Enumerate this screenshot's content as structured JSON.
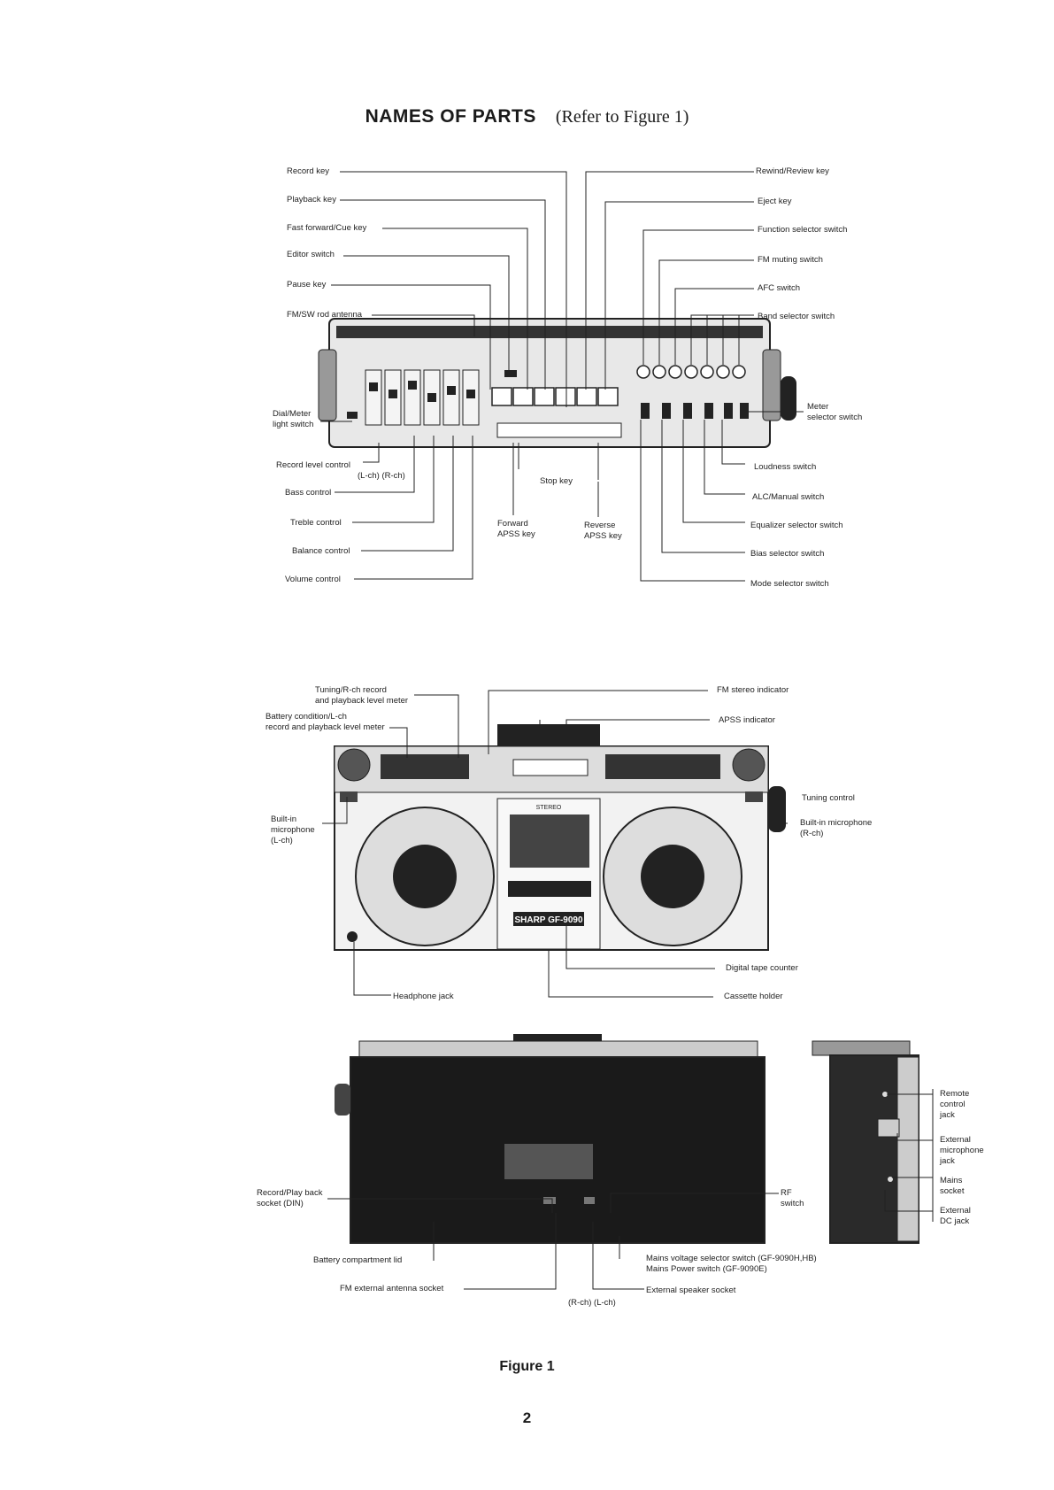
{
  "page": {
    "heading": "NAMES OF PARTS",
    "heading_ref": "(Refer to Figure 1)",
    "figure_caption": "Figure 1",
    "page_number": "2"
  },
  "front_panel": {
    "left": [
      "Record key",
      "Playback key",
      "Fast forward/Cue key",
      "Editor switch",
      "Pause key",
      "FM/SW rod antenna",
      "Dial/Meter\nlight switch",
      "Record level control",
      "(L-ch)  (R-ch)",
      "Bass control",
      "Treble control",
      "Balance control",
      "Volume control"
    ],
    "right": [
      "Rewind/Review key",
      "Eject key",
      "Function selector switch",
      "FM muting switch",
      "AFC switch",
      "Band selector switch",
      "Meter\nselector switch",
      "Loudness switch",
      "ALC/Manual switch",
      "Equalizer selector switch",
      "Bias selector switch",
      "Mode selector switch"
    ],
    "bottom": [
      "Stop key",
      "Forward\nAPSS key",
      "Reverse\nAPSS key"
    ]
  },
  "front_view": {
    "labels": [
      "Tuning/R-ch record\nand playback level meter",
      "Battery condition/L-ch\nrecord and playback level meter",
      "FM stereo indicator",
      "APSS indicator",
      "Tuning control",
      "Built-in\nmicrophone\n(L-ch)",
      "Built-in microphone\n(R-ch)",
      "Digital tape counter",
      "Headphone jack",
      "Cassette holder"
    ],
    "brand": "SHARP",
    "model": "GF-9090",
    "stereo": "STEREO"
  },
  "rear_view": {
    "labels": [
      "Record/Play back\nsocket (DIN)",
      "RF\nswitch",
      "Battery compartment lid",
      "Mains voltage selector switch (GF-9090H,HB)\nMains Power switch (GF-9090E)",
      "FM external antenna socket",
      "External speaker socket",
      "(R-ch)  (L-ch)"
    ]
  },
  "side_view": {
    "labels": [
      "Remote\ncontrol\njack",
      "External\nmicrophone\njack",
      "Mains\nsocket",
      "External\nDC jack"
    ]
  }
}
